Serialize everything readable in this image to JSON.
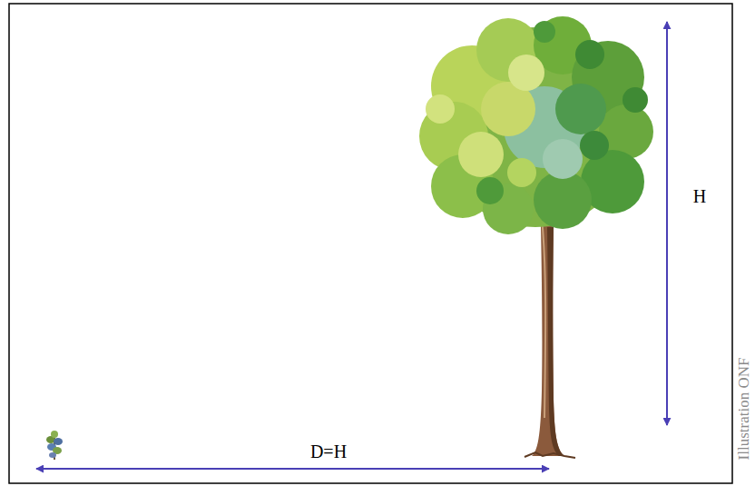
{
  "diagram": {
    "labels": [
      "H",
      "D=H",
      "Illustration ONF"
    ]
  }
}
